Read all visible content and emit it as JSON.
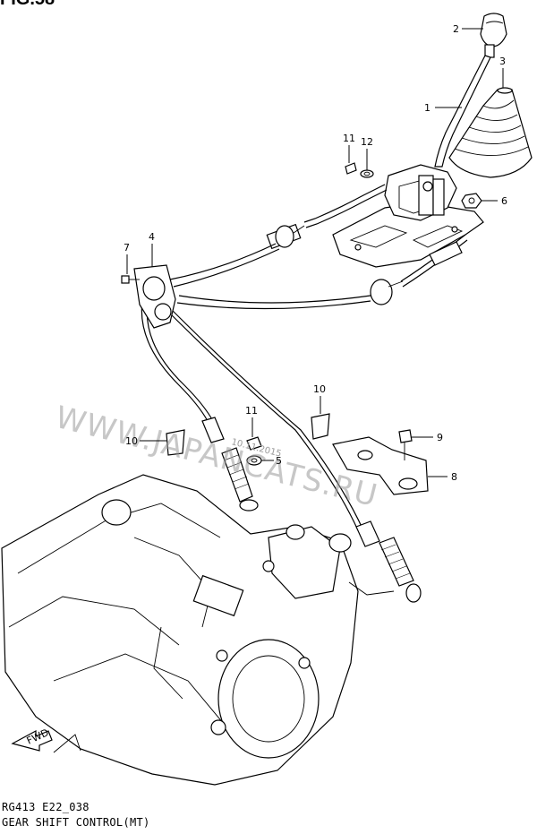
{
  "figure": {
    "title_fragment": "FIG.58",
    "code": "RG413 E22_038",
    "name": "GEAR SHIFT CONTROL(MT)"
  },
  "watermark": {
    "text": "WWW.JAPANCATS.RU",
    "date": "10.11.2015"
  },
  "callouts": [
    "1",
    "2",
    "3",
    "4",
    "5",
    "6",
    "7",
    "8",
    "9",
    "10",
    "10",
    "11",
    "11",
    "12"
  ],
  "fwd_label": "FWD"
}
